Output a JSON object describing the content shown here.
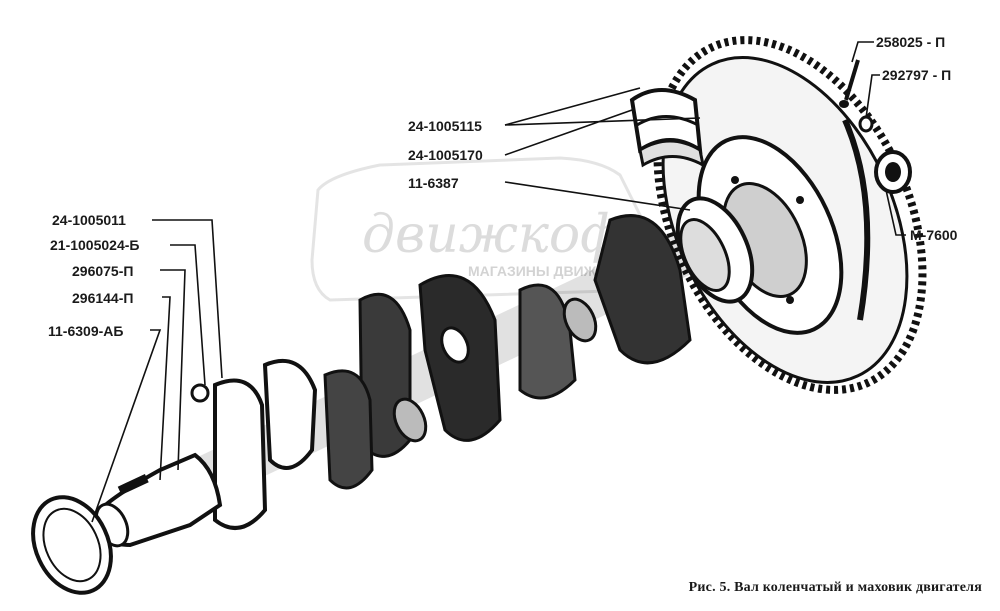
{
  "labels": {
    "l258025": "258025 - П",
    "l292797": "292797 - П",
    "l1005115": "24-1005115",
    "l1005170": "24-1005170",
    "l6387": "11-6387",
    "l1005011": "24-1005011",
    "l1005024": "21-1005024-Б",
    "l296075": "296075-П",
    "l296144": "296144-П",
    "l6309": "11-6309-АБ",
    "lM7600": "М-7600"
  },
  "caption": "Рис. 5. Вал коленчатый и маховик двигателя",
  "watermark": {
    "text": "движкоф",
    "subtitle": "МАГАЗИНЫ ДВИЖКОФ"
  }
}
